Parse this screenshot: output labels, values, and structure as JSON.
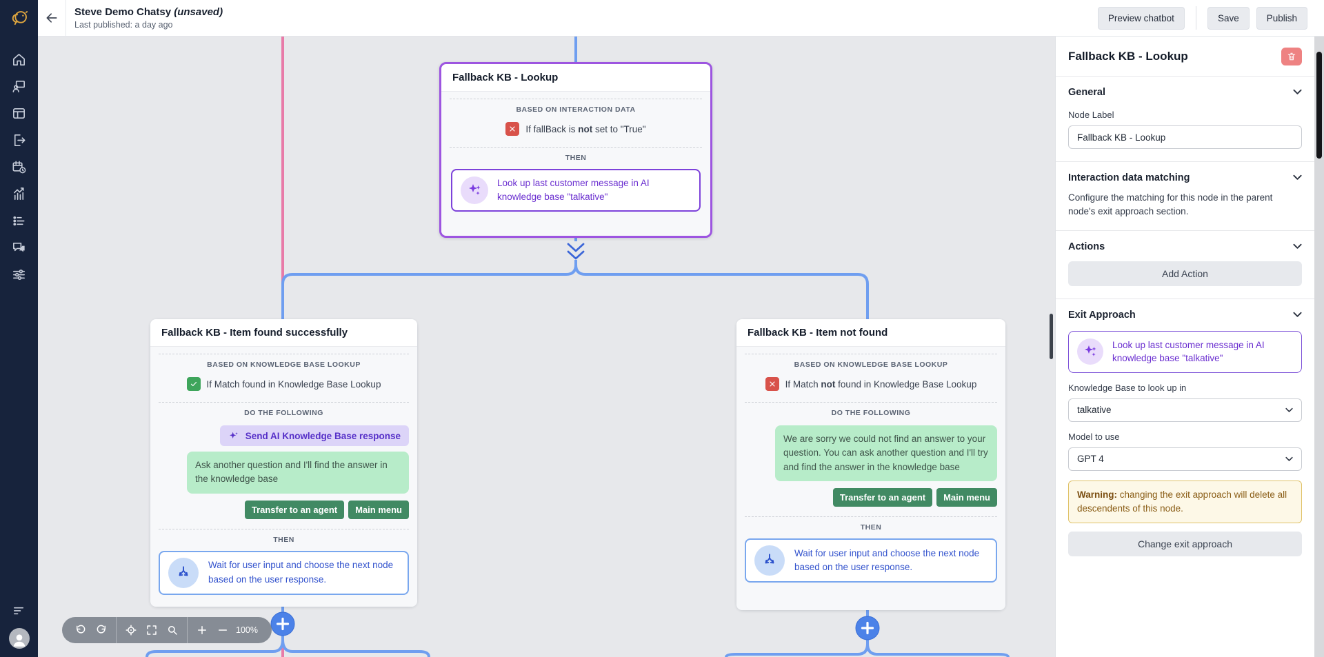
{
  "header": {
    "title": "Steve Demo Chatsy",
    "title_status": "(unsaved)",
    "subtitle": "Last published: a day ago",
    "buttons": {
      "preview": "Preview chatbot",
      "save": "Save",
      "publish": "Publish"
    }
  },
  "sidebar": {
    "icons": [
      "home",
      "agents",
      "pages",
      "exit",
      "schedule",
      "analytics",
      "list",
      "chats",
      "settings"
    ],
    "footer_icons": [
      "menu",
      "avatar"
    ]
  },
  "canvas": {
    "toolbar": {
      "zoom_value": "100%",
      "icons": [
        "undo",
        "redo",
        "target",
        "fit-view",
        "search",
        "zoom-in",
        "zoom-out"
      ]
    },
    "nodes": {
      "lookup": {
        "title": "Fallback KB - Lookup",
        "section_label": "BASED ON INTERACTION DATA",
        "condition_pre": "If fallBack is ",
        "condition_bold": "not",
        "condition_post": " set to \"True\"",
        "then_label": "THEN",
        "action_text": "Look up last customer message in AI knowledge base \"talkative\""
      },
      "found": {
        "title": "Fallback KB - Item found successfully",
        "section_label": "BASED ON KNOWLEDGE BASE LOOKUP",
        "condition": "If Match found in Knowledge Base Lookup",
        "do_label": "DO THE FOLLOWING",
        "ai_pill": "Send AI Knowledge Base response",
        "message": "Ask another question and I'll find the answer in the knowledge base",
        "transfer_button": "Transfer to an agent",
        "menu_button": "Main menu",
        "then_label": "THEN",
        "wait_text": "Wait for user input and choose the next node based on the user response."
      },
      "notfound": {
        "title": "Fallback KB - Item not found",
        "section_label": "BASED ON KNOWLEDGE BASE LOOKUP",
        "condition_pre": "If Match ",
        "condition_bold": "not",
        "condition_post": " found in Knowledge Base Lookup",
        "do_label": "DO THE FOLLOWING",
        "message": "We are sorry we could not find an answer to your question. You can ask another question and I'll try and find the answer in the knowledge base",
        "transfer_button": "Transfer to an agent",
        "menu_button": "Main menu",
        "then_label": "THEN",
        "wait_text": "Wait for user input and choose the next node based on the user response."
      }
    }
  },
  "panel": {
    "title": "Fallback KB - Lookup",
    "general": {
      "label": "General",
      "node_label": "Node Label",
      "node_label_value": "Fallback KB - Lookup"
    },
    "interaction": {
      "label": "Interaction data matching",
      "description": "Configure the matching for this node in the parent node's exit approach section."
    },
    "actions": {
      "label": "Actions",
      "add_action_button": "Add Action"
    },
    "exit_approach": {
      "label": "Exit Approach",
      "approach_text": "Look up last customer message in AI knowledge base \"talkative\"",
      "kb_label": "Knowledge Base to look up in",
      "kb_value": "talkative",
      "model_label": "Model to use",
      "model_value": "GPT 4",
      "warning_prefix": "Warning:",
      "warning_text": " changing the exit approach will delete all descendents of this node.",
      "change_button": "Change exit approach"
    }
  },
  "colors": {
    "sidebar_bg": "#17233c",
    "logo_gold": "#dda53f",
    "selected_node_border": "#9d55e0",
    "connector_blue": "#6f9ef0",
    "connector_pink": "#e87ba8",
    "ai_purple": "#6b2fd0",
    "success_green": "#3ea55b",
    "error_red": "#d8524a",
    "bubble_green": "#b7ecc9",
    "button_green": "#418a63",
    "wait_blue": "#3353cd",
    "plus_button_bg": "#4c82e8",
    "delete_button_bg": "#ee8282",
    "warning_bg": "#fdf8e7",
    "warning_border": "#e0c269"
  }
}
